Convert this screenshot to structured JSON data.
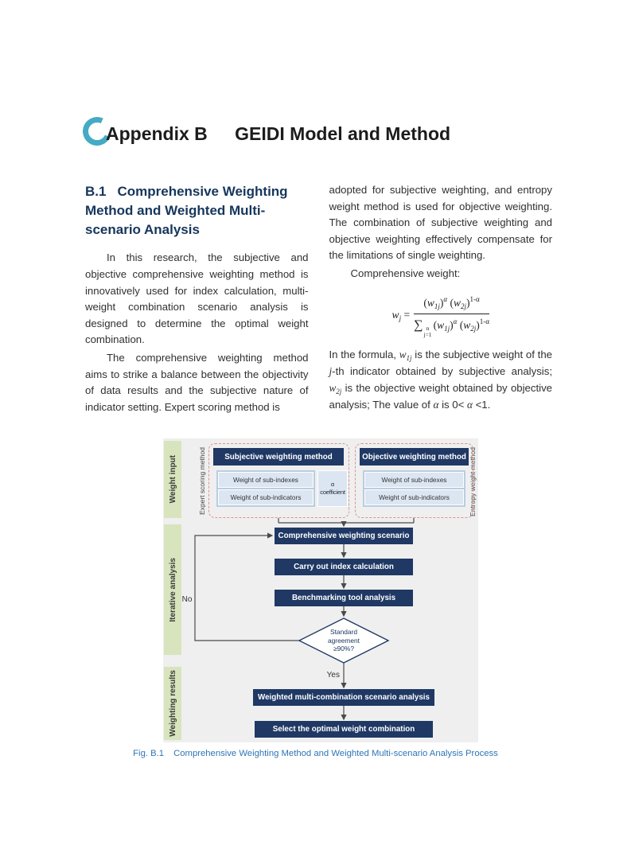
{
  "colors": {
    "navy": "#1f3864",
    "panel": "#b9cde2",
    "box": "#dce6f2",
    "green": "#d8e4bd",
    "dashedline": "#d9948f",
    "figbg": "#efefef",
    "caption": "#2e75b6",
    "arc": "#45aac4",
    "heading": "#16365c",
    "text": "#303030",
    "line": "#4a4a4a"
  },
  "title": {
    "part1": "Appendix B",
    "part2": "GEIDI Model and Method"
  },
  "section": {
    "number": "B.1",
    "heading": "Comprehensive Weighting Method and Weighted Multi-scenario Analysis"
  },
  "left_col": {
    "para1": "In this research, the subjective and objective comprehensive weighting method is innovatively used for index calculation, multi-weight combination scenario analysis is designed to determine the optimal weight combination.",
    "para2": "The comprehensive weighting method aims to strike a balance between the objectivity of data results and the subjective nature of indicator setting. Expert scoring method is"
  },
  "right_col": {
    "para1": "adopted for subjective weighting, and entropy weight method is used for objective weighting. The combination of subjective weighting and objective weighting effectively compensate for the limitations of single weighting.",
    "weight_label": "Comprehensive weight:",
    "formula": {
      "lhs_base": "w",
      "lhs_sub": "j",
      "eq": "=",
      "p_open": "(",
      "p_close": ")",
      "w": "w",
      "sub1": "1j",
      "sub2": "2j",
      "exp_a": "α",
      "exp_1ma": "1-α",
      "sum": "∑",
      "sum_sup": "n",
      "sum_sub": "j=1"
    },
    "para2": {
      "s1": "In the formula, ",
      "w": "w",
      "sub1": "1j",
      "s2": " is the subjective weight of the ",
      "j": "j",
      "s3": "-th indicator obtained by subjective analysis; ",
      "sub2": "2j",
      "s4": " is the objective weight obtained by objective analysis; The value of ",
      "alpha": "α",
      "s5": " is 0< ",
      "s6": " <1."
    }
  },
  "figure": {
    "sidebar": {
      "s1": "Weight input",
      "s2": "Iterative analysis",
      "s3": "Weighting results"
    },
    "expert_label": "Expert scoring method",
    "entropy_label": "Entropy weight method",
    "subjective": {
      "header": "Subjective weighting method",
      "row1": "Weight of sub-indexes",
      "row2": "Weight of sub-indicators"
    },
    "objective": {
      "header": "Objective weighting method",
      "row1": "Weight of sub-indexes",
      "row2": "Weight of sub-indicators"
    },
    "alpha_box": "α coefficient",
    "flow": {
      "step1": "Comprehensive weighting scenario",
      "step2": "Carry out index calculation",
      "step3": "Benchmarking tool analysis",
      "decision": "Standard agreement ≥90%?",
      "no": "No",
      "yes": "Yes",
      "step4": "Weighted multi-combination scenario analysis",
      "step5": "Select the optimal weight combination"
    }
  },
  "caption": {
    "label": "Fig. B.1",
    "text": "Comprehensive Weighting Method and Weighted Multi-scenario Analysis Process"
  }
}
